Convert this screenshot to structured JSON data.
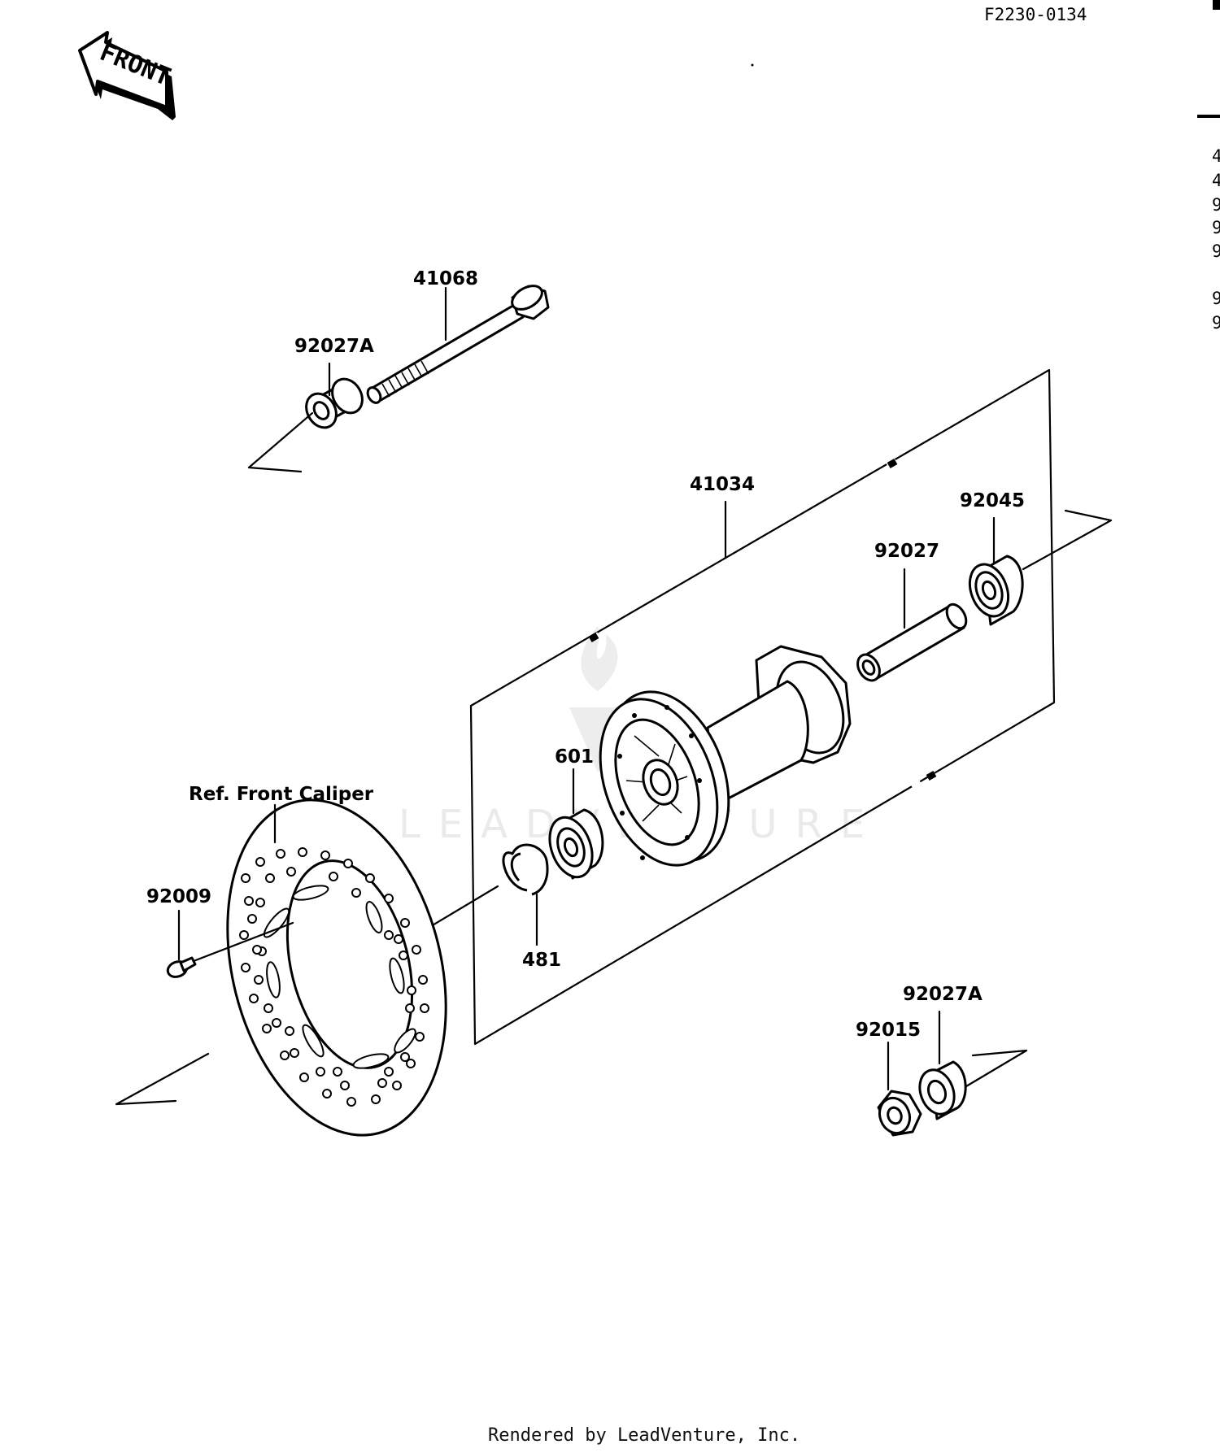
{
  "figure_code": "F2230-0134",
  "front_label": "FRONT",
  "watermark": "LEADVENTURE",
  "footer": "Rendered by LeadVenture, Inc.",
  "ref_note": "Ref. Front Caliper",
  "part_labels": {
    "axle": "41068",
    "collar_top": "92027A",
    "hub": "41034",
    "bearing_right": "92045",
    "spacer": "92027",
    "bearing_left": "601",
    "circlip": "481",
    "disc_bolt": "92009",
    "collar_bottom": "92027A",
    "axle_nut": "92015"
  },
  "edge_marks": [
    "4",
    "4",
    "9",
    "9",
    "9",
    "9",
    "9"
  ]
}
